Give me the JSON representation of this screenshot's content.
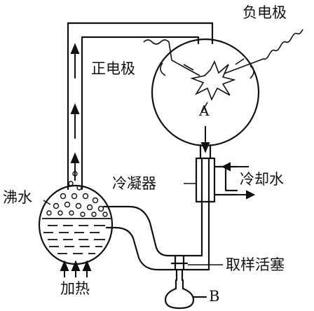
{
  "labels": {
    "negative_electrode": "负电极",
    "positive_electrode": "正电极",
    "flask_a": "A",
    "condenser": "冷凝器",
    "cooling_water": "冷却水",
    "boiling_water": "沸水",
    "heating": "加热",
    "sampling_stopcock": "取样活塞",
    "flask_b": "B"
  }
}
